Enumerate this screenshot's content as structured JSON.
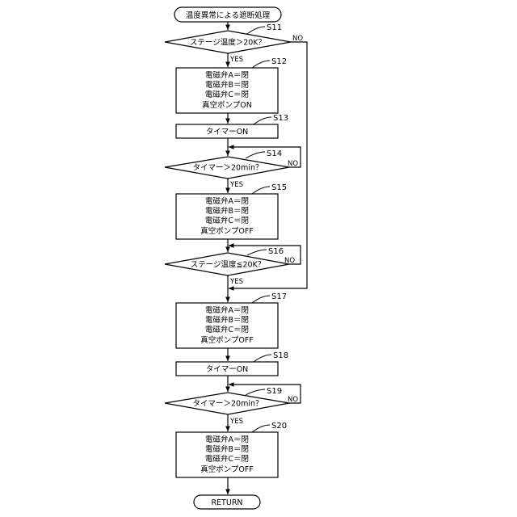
{
  "flowchart": {
    "start_label": "温度異常による遮断処理",
    "end_label": "RETURN",
    "yes_label": "YES",
    "no_label": "NO",
    "steps": {
      "s11": {
        "id": "S11",
        "text": "ステージ温度＞20K？"
      },
      "s12": {
        "id": "S12",
        "lines": [
          "電磁弁A＝閉",
          "電磁弁B＝閉",
          "電磁弁C＝閉",
          "真空ポンプON"
        ]
      },
      "s13": {
        "id": "S13",
        "text": "タイマーON"
      },
      "s14": {
        "id": "S14",
        "text": "タイマー＞20min？"
      },
      "s15": {
        "id": "S15",
        "lines": [
          "電磁弁A＝閉",
          "電磁弁B＝閉",
          "電磁弁C＝閉",
          "真空ポンプOFF"
        ]
      },
      "s16": {
        "id": "S16",
        "text": "ステージ温度≦20K？"
      },
      "s17": {
        "id": "S17",
        "lines": [
          "電磁弁A＝閉",
          "電磁弁B＝閉",
          "電磁弁C＝閉",
          "真空ポンプOFF"
        ]
      },
      "s18": {
        "id": "S18",
        "text": "タイマーON"
      },
      "s19": {
        "id": "S19",
        "text": "タイマー＞20min？"
      },
      "s20": {
        "id": "S20",
        "lines": [
          "電磁弁A＝閉",
          "電磁弁B＝閉",
          "電磁弁C＝閉",
          "真空ポンプOFF"
        ]
      }
    }
  }
}
